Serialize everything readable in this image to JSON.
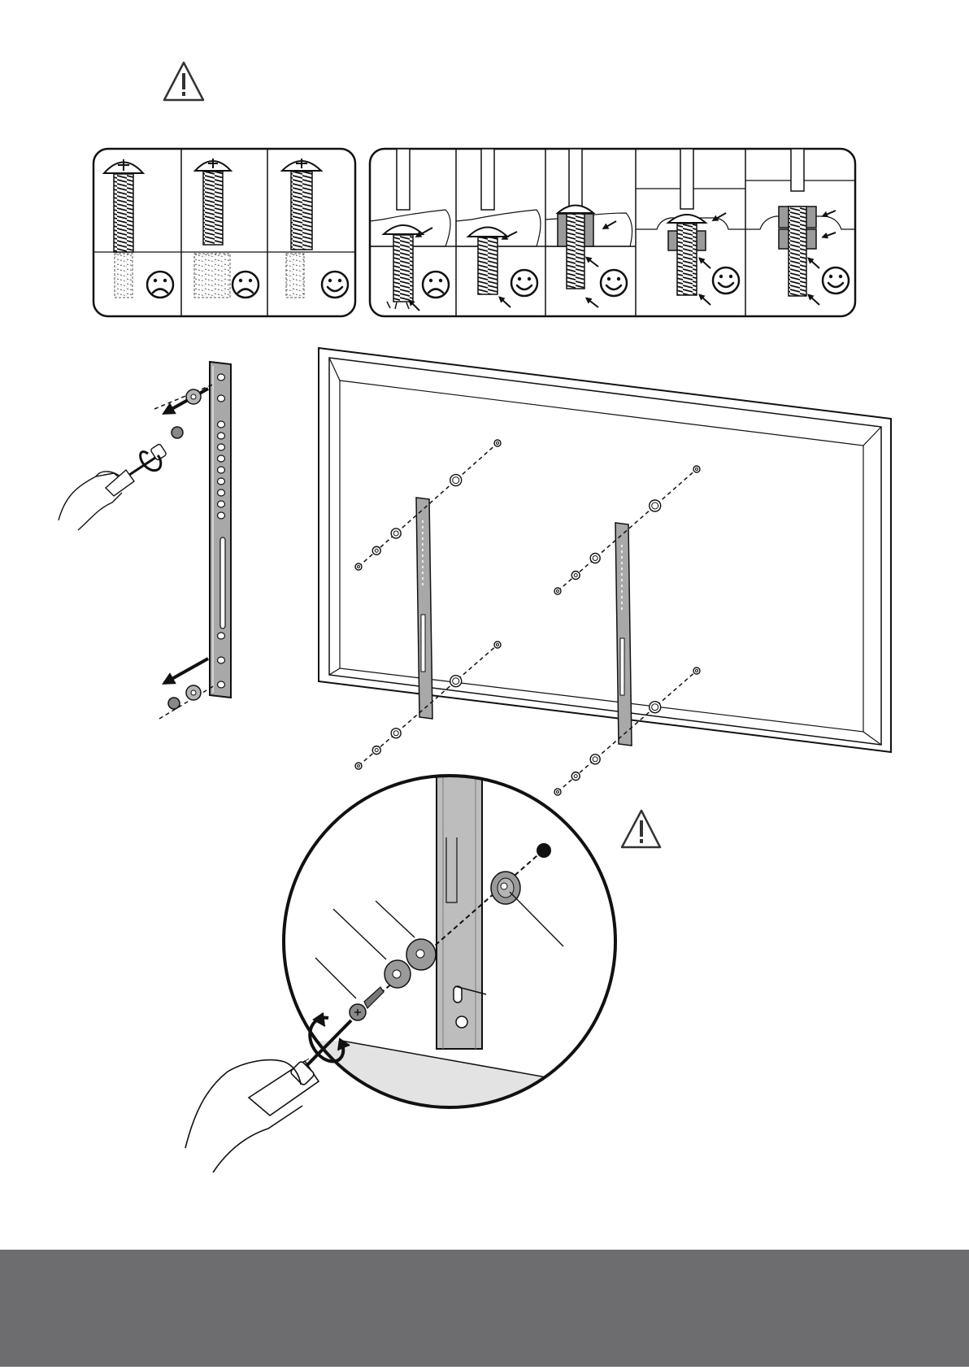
{
  "icons": {
    "warning_top": "warning-triangle-icon",
    "warning_detail": "warning-triangle-icon",
    "happy": "smiley-face-icon",
    "sad": "sad-face-icon",
    "rotate": "rotate-arrow-icon"
  },
  "panels": {
    "screw_length": [
      {
        "mood": "sad"
      },
      {
        "mood": "sad"
      },
      {
        "mood": "happy"
      }
    ],
    "spacer_fit": [
      {
        "mood": "sad"
      },
      {
        "mood": "happy"
      },
      {
        "mood": "happy"
      },
      {
        "mood": "happy"
      },
      {
        "mood": "happy"
      }
    ]
  },
  "colors": {
    "ink": "#1a1a1a",
    "spacer_gray": "#9a9a9a",
    "bracket_gray": "#a8a8a8",
    "footer": "#6d6c6e",
    "surface": "#e6e6e6"
  }
}
